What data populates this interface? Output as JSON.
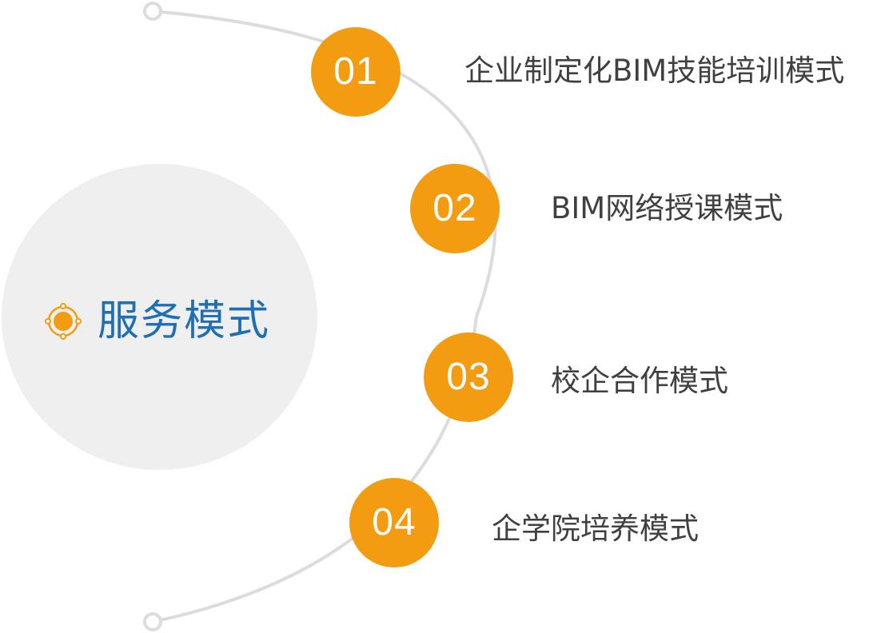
{
  "center": {
    "title": "服务模式",
    "icon": "target-dot-icon"
  },
  "items": [
    {
      "number": "01",
      "label": "企业制定化BIM技能培训模式"
    },
    {
      "number": "02",
      "label": "BIM网络授课模式"
    },
    {
      "number": "03",
      "label": "校企合作模式"
    },
    {
      "number": "04",
      "label": "企学院培养模式"
    }
  ],
  "colors": {
    "accent": "#f39c12",
    "title": "#1f6fb2",
    "disc": "#efeff0",
    "arc": "#dcdcdc",
    "text": "#404040"
  }
}
